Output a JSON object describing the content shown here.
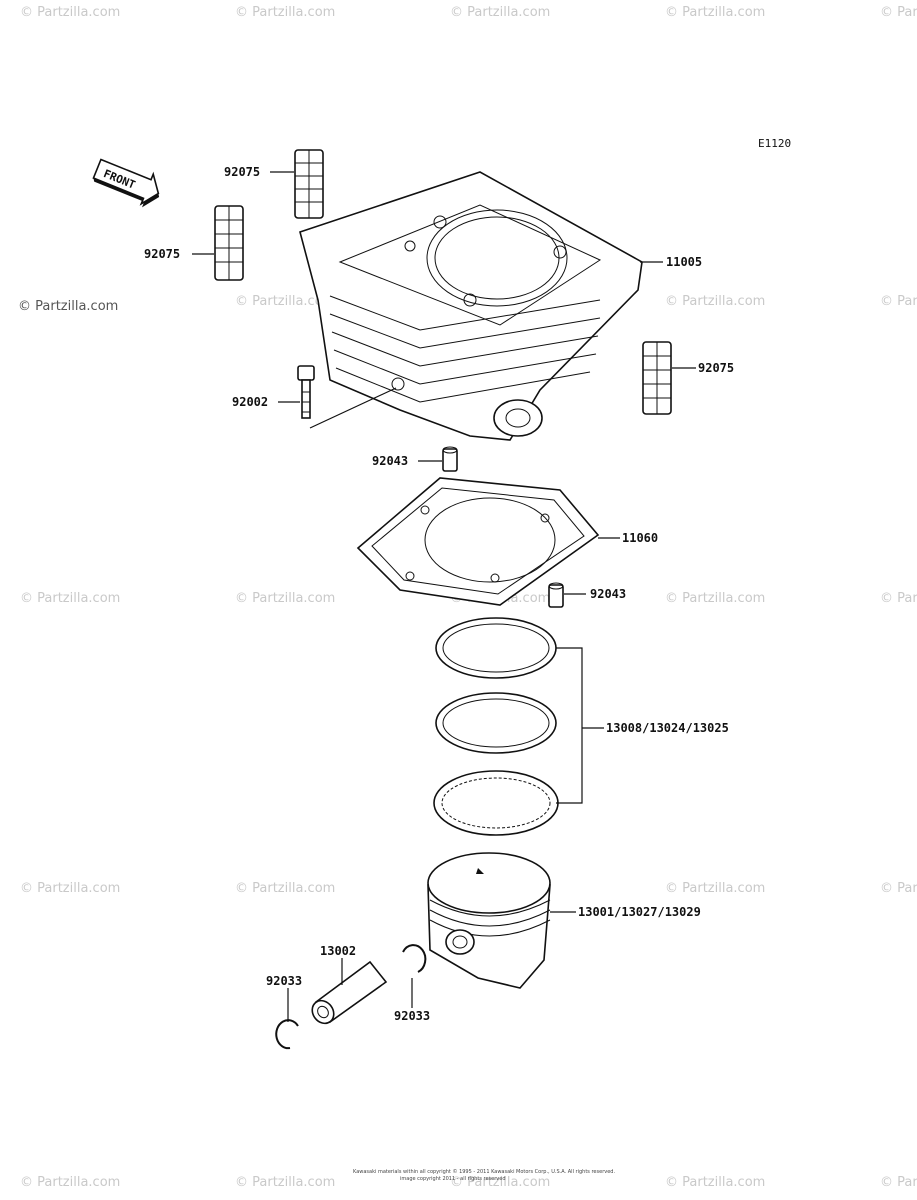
{
  "diagram_code": "E1120",
  "front_label": "FRONT",
  "watermark_text": "© Partzilla.com",
  "parts": {
    "p92075_a": "92075",
    "p92075_b": "92075",
    "p92075_c": "92075",
    "p11005": "11005",
    "p92002": "92002",
    "p92043_a": "92043",
    "p11060": "11060",
    "p92043_b": "92043",
    "p13008": "13008/13024/13025",
    "p13001": "13001/13027/13029",
    "p13002": "13002",
    "p92033_a": "92033",
    "p92033_b": "92033"
  },
  "footer": {
    "line1": "Kawasaki materials within all copyright © 1995 - 2011 Kawasaki Motors Corp., U.S.A. All rights reserved.",
    "line2": "image copyright 2011 - all rights reserved"
  }
}
